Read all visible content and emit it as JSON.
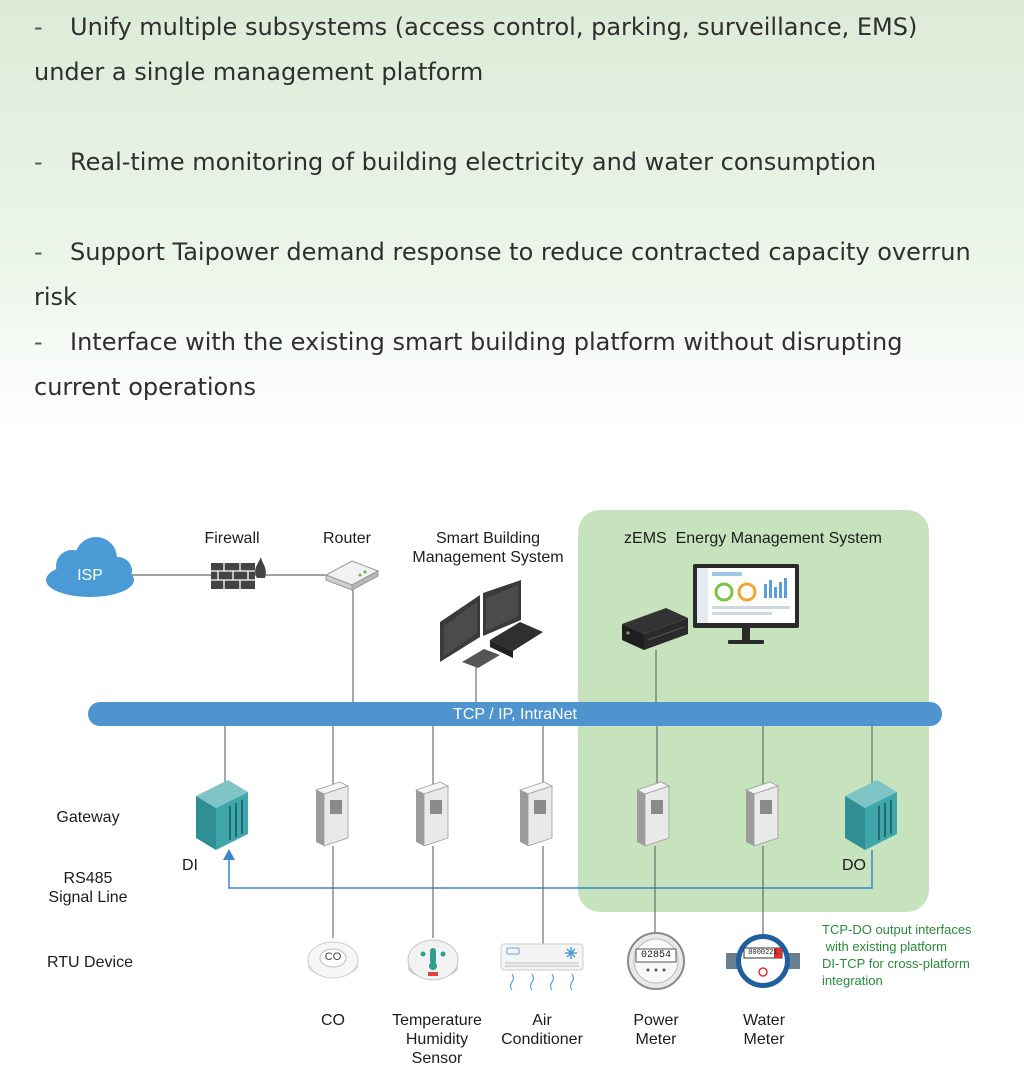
{
  "bullets": [
    "Unify multiple subsystems (access control, parking, surveillance, EMS) under a single management platform",
    "Real-time monitoring of building electricity and water consumption",
    "Support Taipower demand response to reduce contracted capacity overrun risk",
    "Interface with the existing smart building platform without disrupting current operations"
  ],
  "dash": "-",
  "diagram": {
    "isp": "ISP",
    "firewall": "Firewall",
    "router": "Router",
    "sbms": "Smart Building\nManagement System",
    "zems": "zEMS  Energy Management System",
    "bus": "TCP / IP, IntraNet",
    "row_gateway": "Gateway",
    "row_rs485": "RS485\nSignal Line",
    "row_rtu": "RTU Device",
    "di": "DI",
    "do": "DO",
    "co_badge": "CO",
    "meter_digits": "02854",
    "water_digits": "0000221",
    "devices": [
      "CO",
      "Temperature\nHumidity\nSensor",
      "Air\nConditioner",
      "Power\nMeter",
      "Water\nMeter"
    ],
    "note": "TCP-DO output interfaces\n with existing platform\nDI-TCP for cross-platform\nintegration"
  },
  "colors": {
    "bus": "#4f93cf",
    "zone": "#c6e3bd",
    "note": "#2a8a3a",
    "cloud": "#4a9ad6"
  }
}
